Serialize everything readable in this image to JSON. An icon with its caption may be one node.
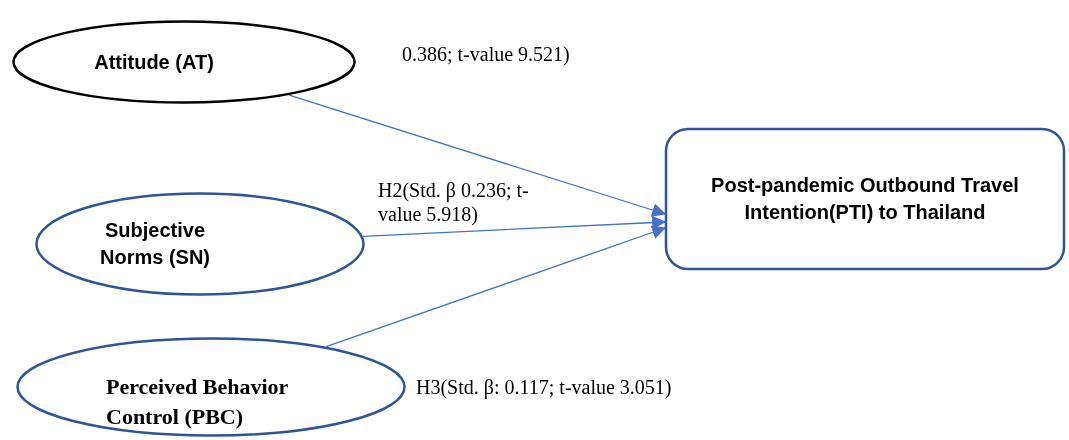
{
  "diagram": {
    "nodes": [
      {
        "text": [
          "Attitude (AT)"
        ]
      },
      {
        "text": [
          "Subjective Norms (SN)"
        ]
      },
      {
        "text": [
          "Perceived Behavior Control (PBC)"
        ]
      },
      {
        "text": [
          "Post-pandemic Outbound Travel Intention(PTI) to Thailand"
        ]
      }
    ],
    "edges": [
      {
        "from": 0,
        "to": 3,
        "arrow": "to",
        "label": "0.386; t-value 9.521)"
      },
      {
        "from": 1,
        "to": 3,
        "arrow": "to",
        "label": "H2(Std. β 0.236; t-value 5.918)"
      },
      {
        "from": 2,
        "to": 3,
        "arrow": "to",
        "label": "H3(Std. β: 0.117; t-value 3.051)"
      }
    ]
  }
}
